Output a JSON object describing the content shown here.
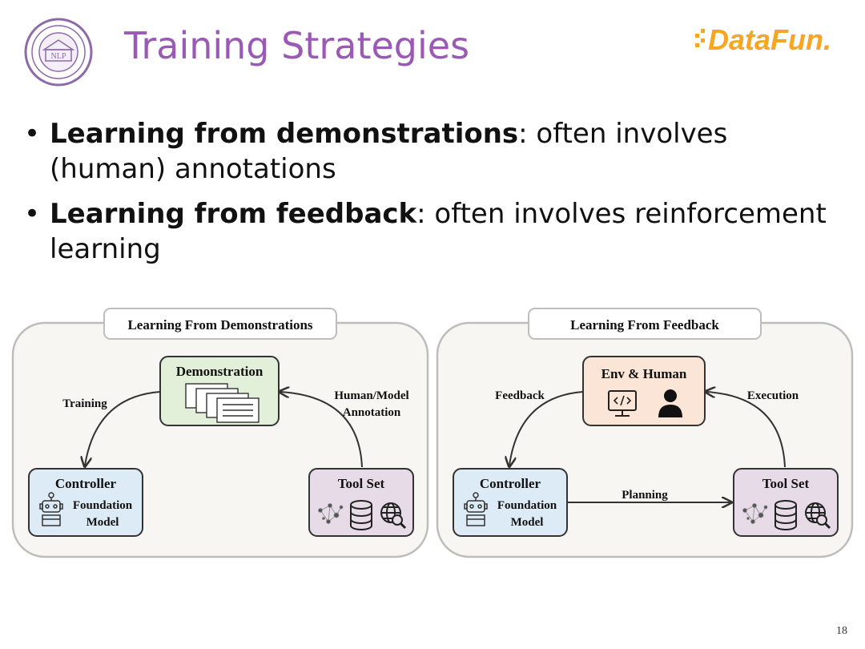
{
  "title": "Training Strategies",
  "bullets": [
    {
      "bold": "Learning from demonstrations",
      "rest": ": often involves (human) annotations"
    },
    {
      "bold": "Learning from feedback",
      "rest": ": often involves reinforcement learning"
    }
  ],
  "logos": {
    "left_text": "NLP",
    "right_text": "DataFun."
  },
  "left_panel": {
    "header": "Learning From Demonstrations",
    "demo_label": "Demonstration",
    "training_label": "Training",
    "annotation_label_1": "Human/Model",
    "annotation_label_2": "Annotation",
    "controller_label": "Controller",
    "foundation_1": "Foundation",
    "foundation_2": "Model",
    "toolset_label": "Tool Set"
  },
  "right_panel": {
    "header": "Learning From Feedback",
    "env_label": "Env & Human",
    "feedback_label": "Feedback",
    "execution_label": "Execution",
    "planning_label": "Planning",
    "controller_label": "Controller",
    "foundation_1": "Foundation",
    "foundation_2": "Model",
    "toolset_label": "Tool Set"
  },
  "colors": {
    "title": "#9b59b6",
    "demo_fill": "#e2efd9",
    "env_fill": "#fbe5d6",
    "controller_fill": "#ddebf7",
    "toolset_fill": "#e6dbe6",
    "panel_fill": "#f7f6f3"
  },
  "page_number": "18"
}
